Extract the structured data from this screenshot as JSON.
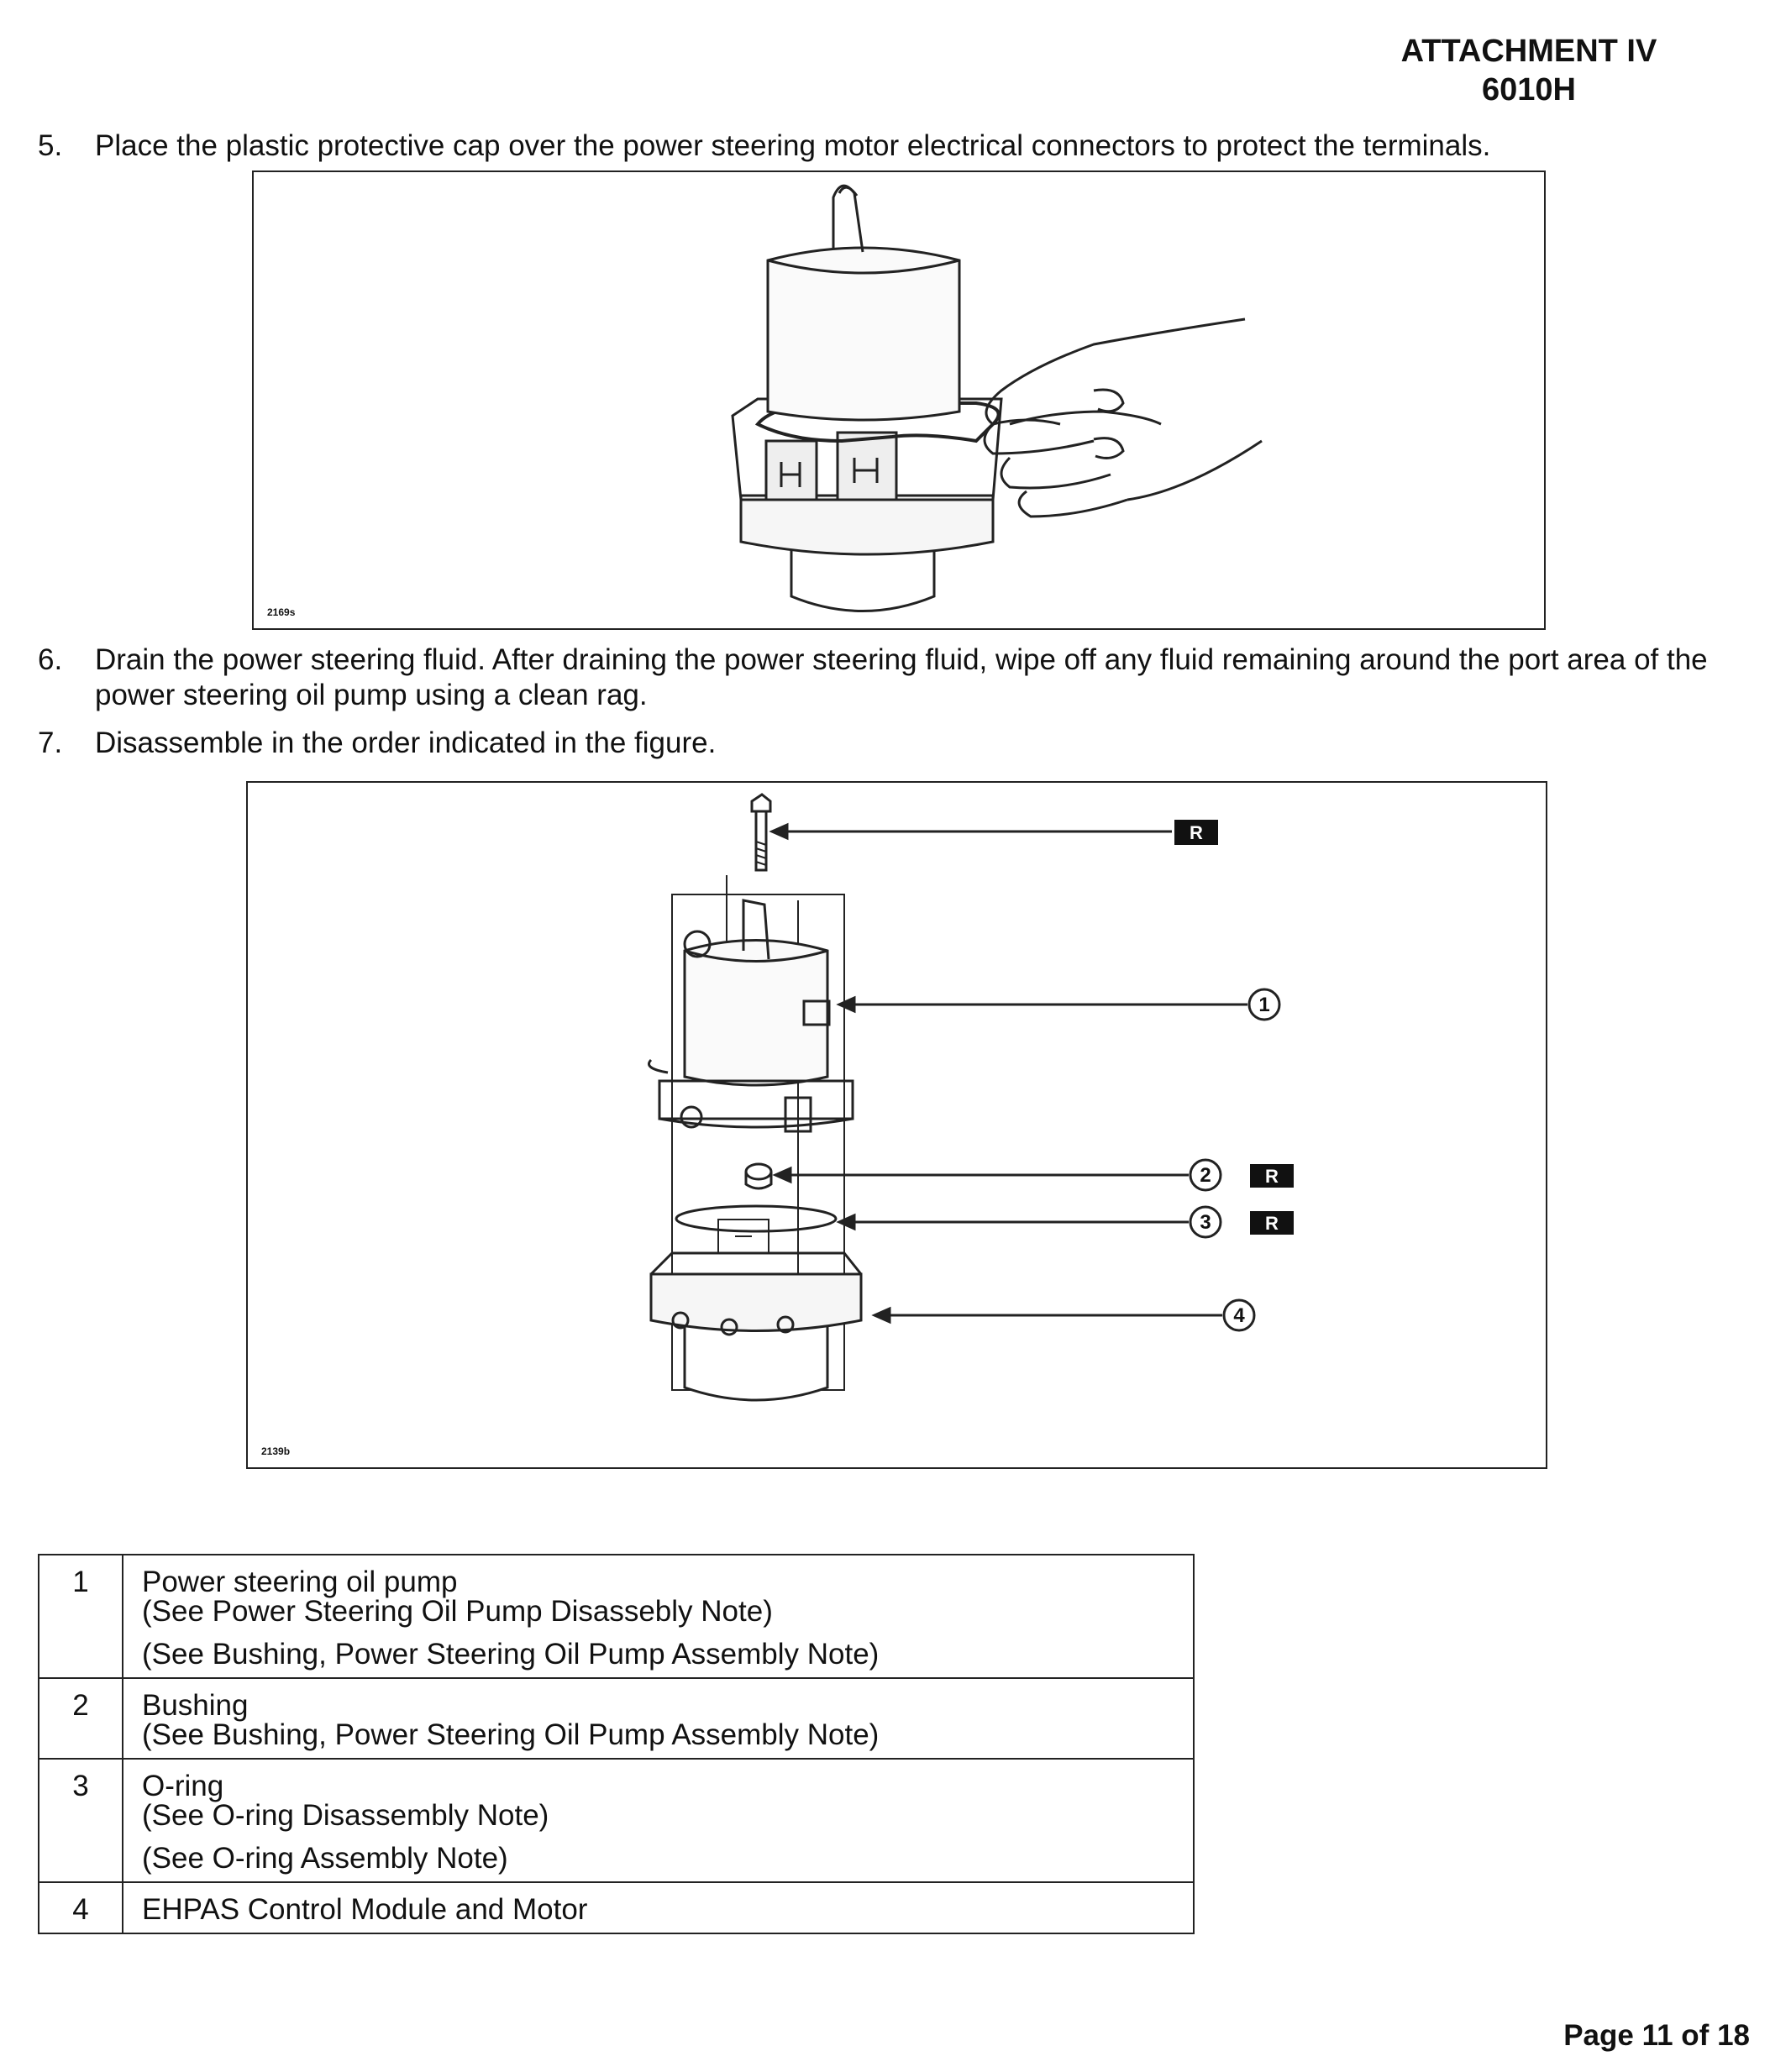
{
  "header": {
    "line1": "ATTACHMENT IV",
    "line2": "6010H"
  },
  "steps": [
    {
      "num": "5.",
      "text": "Place the plastic protective cap over the power steering motor electrical connectors to protect the terminals."
    },
    {
      "num": "6.",
      "text": "Drain the power steering fluid. After draining the power steering fluid, wipe off any fluid remaining around the port area of the power steering oil pump using a clean rag."
    },
    {
      "num": "7.",
      "text": "Disassemble in the order indicated in the figure."
    }
  ],
  "figures": [
    {
      "id": "2169s",
      "depicts": "illustration"
    },
    {
      "id": "2139b",
      "depicts": "illustration",
      "replace_badge": "R",
      "callouts": [
        "1",
        "2",
        "3",
        "4"
      ]
    }
  ],
  "legend": [
    {
      "num": "1",
      "name": "Power steering oil pump",
      "notes": [
        "(See Power Steering Oil Pump Disassebly Note)",
        "(See Bushing, Power Steering Oil Pump Assembly Note)"
      ]
    },
    {
      "num": "2",
      "name": "Bushing",
      "notes": [
        "(See Bushing, Power Steering Oil Pump Assembly Note)"
      ]
    },
    {
      "num": "3",
      "name": "O-ring",
      "notes": [
        "(See O-ring Disassembly Note)",
        "(See O-ring Assembly Note)"
      ]
    },
    {
      "num": "4",
      "name": "EHPAS Control Module and Motor",
      "notes": []
    }
  ],
  "footer": {
    "page": "Page 11 of 18"
  }
}
